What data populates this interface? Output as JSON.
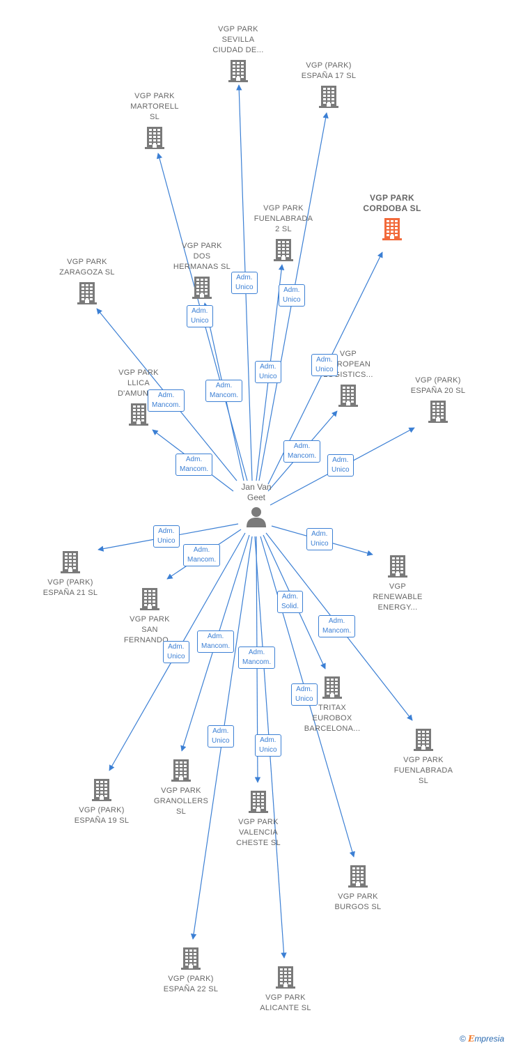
{
  "colors": {
    "edge": "#3b7fd4",
    "building": "#7a7a7a",
    "focus_building": "#f26a3b",
    "text": "#666666"
  },
  "person": {
    "name_line1": "Jan Van",
    "name_line2": "Geet",
    "icon": "person-icon"
  },
  "nodes": [
    {
      "id": "sevilla",
      "lines": [
        "VGP PARK",
        "SEVILLA",
        "CIUDAD DE..."
      ],
      "focus": false
    },
    {
      "id": "esp17",
      "lines": [
        "VGP (PARK)",
        "ESPAÑA 17  SL"
      ],
      "focus": false
    },
    {
      "id": "martorell",
      "lines": [
        "VGP PARK",
        "MARTORELL",
        "SL"
      ],
      "focus": false
    },
    {
      "id": "cordoba",
      "lines": [
        "VGP PARK",
        "CORDOBA  SL"
      ],
      "focus": true
    },
    {
      "id": "fuenlabrada2",
      "lines": [
        "VGP PARK",
        "FUENLABRADA",
        "2  SL"
      ],
      "focus": false
    },
    {
      "id": "dos",
      "lines": [
        "VGP PARK",
        "DOS",
        "HERMANAS  SL"
      ],
      "focus": false
    },
    {
      "id": "zaragoza",
      "lines": [
        "VGP PARK",
        "ZARAGOZA  SL"
      ],
      "focus": false
    },
    {
      "id": "european",
      "lines": [
        "VGP",
        "EUROPEAN",
        "LOGISTICS..."
      ],
      "focus": false
    },
    {
      "id": "llica",
      "lines": [
        "VGP PARK",
        "LLICA",
        "D'AMUNT..."
      ],
      "focus": false
    },
    {
      "id": "esp20",
      "lines": [
        "VGP (PARK)",
        "ESPAÑA 20  SL"
      ],
      "focus": false
    },
    {
      "id": "esp21",
      "lines": [
        "VGP (PARK)",
        "ESPAÑA 21  SL"
      ],
      "focus": false
    },
    {
      "id": "sanfernando",
      "lines": [
        "VGP PARK",
        "SAN",
        "FERNANDO..."
      ],
      "focus": false
    },
    {
      "id": "renewable",
      "lines": [
        "VGP",
        "RENEWABLE",
        "ENERGY..."
      ],
      "focus": false
    },
    {
      "id": "tritax",
      "lines": [
        "TRITAX",
        "EUROBOX",
        "BARCELONA..."
      ],
      "focus": false
    },
    {
      "id": "fuenlabrada",
      "lines": [
        "VGP PARK",
        "FUENLABRADA",
        "SL"
      ],
      "focus": false
    },
    {
      "id": "esp19",
      "lines": [
        "VGP (PARK)",
        "ESPAÑA 19  SL"
      ],
      "focus": false
    },
    {
      "id": "granollers",
      "lines": [
        "VGP PARK",
        "GRANOLLERS",
        "SL"
      ],
      "focus": false
    },
    {
      "id": "valencia",
      "lines": [
        "VGP PARK",
        "VALENCIA",
        "CHESTE  SL"
      ],
      "focus": false
    },
    {
      "id": "burgos",
      "lines": [
        "VGP PARK",
        "BURGOS  SL"
      ],
      "focus": false
    },
    {
      "id": "esp22",
      "lines": [
        "VGP (PARK)",
        "ESPAÑA 22  SL"
      ],
      "focus": false
    },
    {
      "id": "alicante",
      "lines": [
        "VGP PARK",
        "ALICANTE  SL"
      ],
      "focus": false
    }
  ],
  "edges": [
    {
      "to": "sevilla",
      "role": [
        "Adm.",
        "Unico"
      ]
    },
    {
      "to": "esp17",
      "role": [
        "Adm.",
        "Unico"
      ]
    },
    {
      "to": "martorell",
      "role": [
        "Adm.",
        "Mancom."
      ]
    },
    {
      "to": "cordoba",
      "role": [
        "Adm.",
        "Unico"
      ]
    },
    {
      "to": "fuenlabrada2",
      "role": [
        "Adm.",
        "Unico"
      ]
    },
    {
      "to": "dos",
      "role": [
        "Adm.",
        "Unico"
      ]
    },
    {
      "to": "zaragoza",
      "role": [
        "Adm.",
        "Mancom."
      ]
    },
    {
      "to": "european",
      "role": [
        "Adm.",
        "Mancom."
      ]
    },
    {
      "to": "llica",
      "role": [
        "Adm.",
        "Mancom."
      ]
    },
    {
      "to": "esp20",
      "role": [
        "Adm.",
        "Unico"
      ]
    },
    {
      "to": "esp21",
      "role": [
        "Adm.",
        "Unico"
      ]
    },
    {
      "to": "sanfernando",
      "role": [
        "Adm.",
        "Mancom."
      ]
    },
    {
      "to": "renewable",
      "role": [
        "Adm.",
        "Unico"
      ]
    },
    {
      "to": "tritax",
      "role": [
        "Adm.",
        "Solid."
      ]
    },
    {
      "to": "fuenlabrada",
      "role": [
        "Adm.",
        "Mancom."
      ]
    },
    {
      "to": "esp19",
      "role": [
        "Adm.",
        "Unico"
      ]
    },
    {
      "to": "granollers",
      "role": [
        "Adm.",
        "Mancom."
      ]
    },
    {
      "to": "valencia",
      "role": [
        "Adm.",
        "Mancom."
      ]
    },
    {
      "to": "burgos",
      "role": [
        "Adm.",
        "Unico"
      ]
    },
    {
      "to": "esp22",
      "role": [
        "Adm.",
        "Unico"
      ]
    },
    {
      "to": "alicante",
      "role": [
        "Adm.",
        "Unico"
      ]
    }
  ],
  "footer": {
    "copyright": "©",
    "brand_initial": "E",
    "brand_rest": "mpresia"
  }
}
